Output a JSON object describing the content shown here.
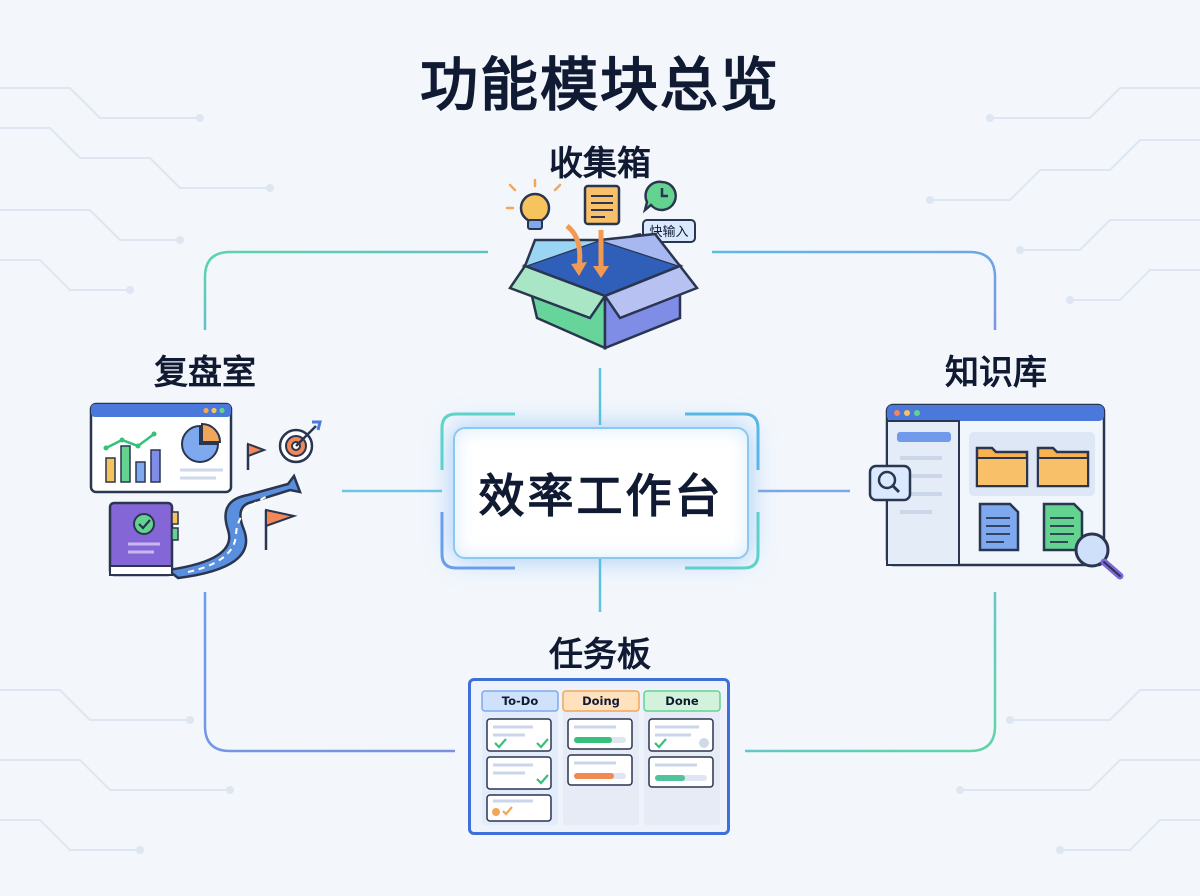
{
  "title": "功能模块总览",
  "hub": {
    "label": "效率工作台"
  },
  "modules": {
    "inbox": {
      "label": "收集箱",
      "quick_input": "快输入"
    },
    "review": {
      "label": "复盘室"
    },
    "knowledge": {
      "label": "知识库"
    },
    "tasks": {
      "label": "任务板",
      "columns": [
        {
          "title": "To-Do",
          "color": "#dbe9ff"
        },
        {
          "title": "Doing",
          "color": "#ffe3c2"
        },
        {
          "title": "Done",
          "color": "#d6f4df"
        }
      ]
    }
  },
  "colors": {
    "background": "#f3f7fc",
    "connector_green": "#58d6a6",
    "connector_blue": "#6f9bea",
    "accent_blue": "#3f6fd8",
    "accent_orange": "#f2a65a",
    "accent_green": "#34c27a"
  }
}
